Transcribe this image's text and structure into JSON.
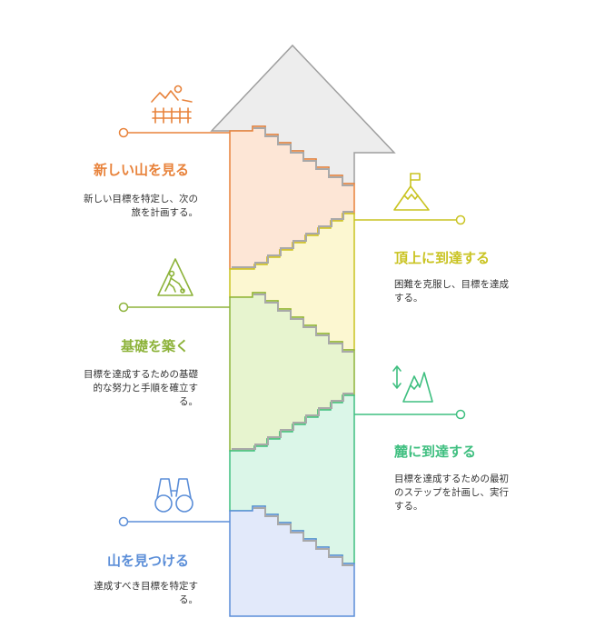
{
  "stages": [
    {
      "id": "see-new-mountain",
      "title": "新しい山を見る",
      "desc": "新しい目標を特定し、次の\n旅を計画する。",
      "color": "#e8823a",
      "icon": "landscape-fence-icon"
    },
    {
      "id": "reach-summit",
      "title": "頂上に到達する",
      "desc": "困難を克服し、目標を達成\nする。",
      "color": "#c9c321",
      "icon": "summit-flag-icon"
    },
    {
      "id": "build-foundation",
      "title": "基礎を築く",
      "desc": "目標を達成するための基礎\n的な努力と手順を確立す\nる。",
      "color": "#8db33a",
      "icon": "construction-sign-icon"
    },
    {
      "id": "reach-foot",
      "title": "麓に到達する",
      "desc": "目標を達成するための最初\nのステップを計画し、実行\nする。",
      "color": "#3fbf80",
      "icon": "mountain-arrows-icon"
    },
    {
      "id": "find-mountain",
      "title": "山を見つける",
      "desc": "達成すべき目標を特定す\nる。",
      "color": "#5b8ed8",
      "icon": "binoculars-icon"
    }
  ]
}
